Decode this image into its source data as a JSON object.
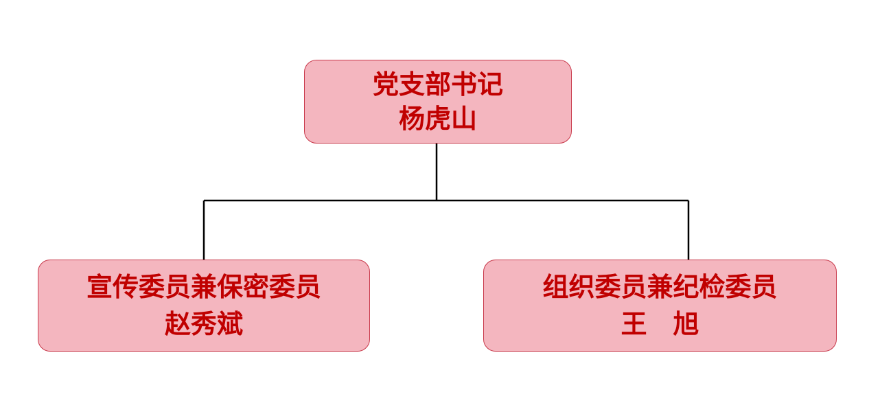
{
  "diagram": {
    "nodes": {
      "secretary": {
        "role": "党支部书记",
        "name": "杨虎山"
      },
      "propaganda": {
        "role": "宣传委员兼保密委员",
        "name": "赵秀斌"
      },
      "organization": {
        "role": "组织委员兼纪检委员",
        "name": "王　旭"
      }
    },
    "edges": [
      {
        "from": "secretary",
        "to": "propaganda"
      },
      {
        "from": "secretary",
        "to": "organization"
      }
    ],
    "colors": {
      "box_fill": "#f4b6bf",
      "box_border": "#c8384a",
      "text": "#c00000",
      "connector": "#000000"
    }
  }
}
